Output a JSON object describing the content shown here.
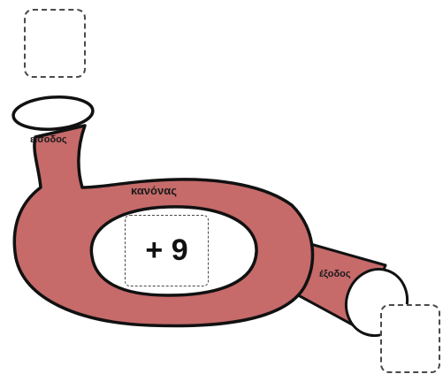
{
  "machine": {
    "input_label": "είσοδος",
    "rule_label": "κανόνας",
    "rule_value": "+ 9",
    "output_label": "έξοδος",
    "input_value": "",
    "output_value": ""
  },
  "colors": {
    "body_fill": "#c66a6a",
    "outline": "#111111",
    "dashed_border": "#4a4a4a"
  }
}
